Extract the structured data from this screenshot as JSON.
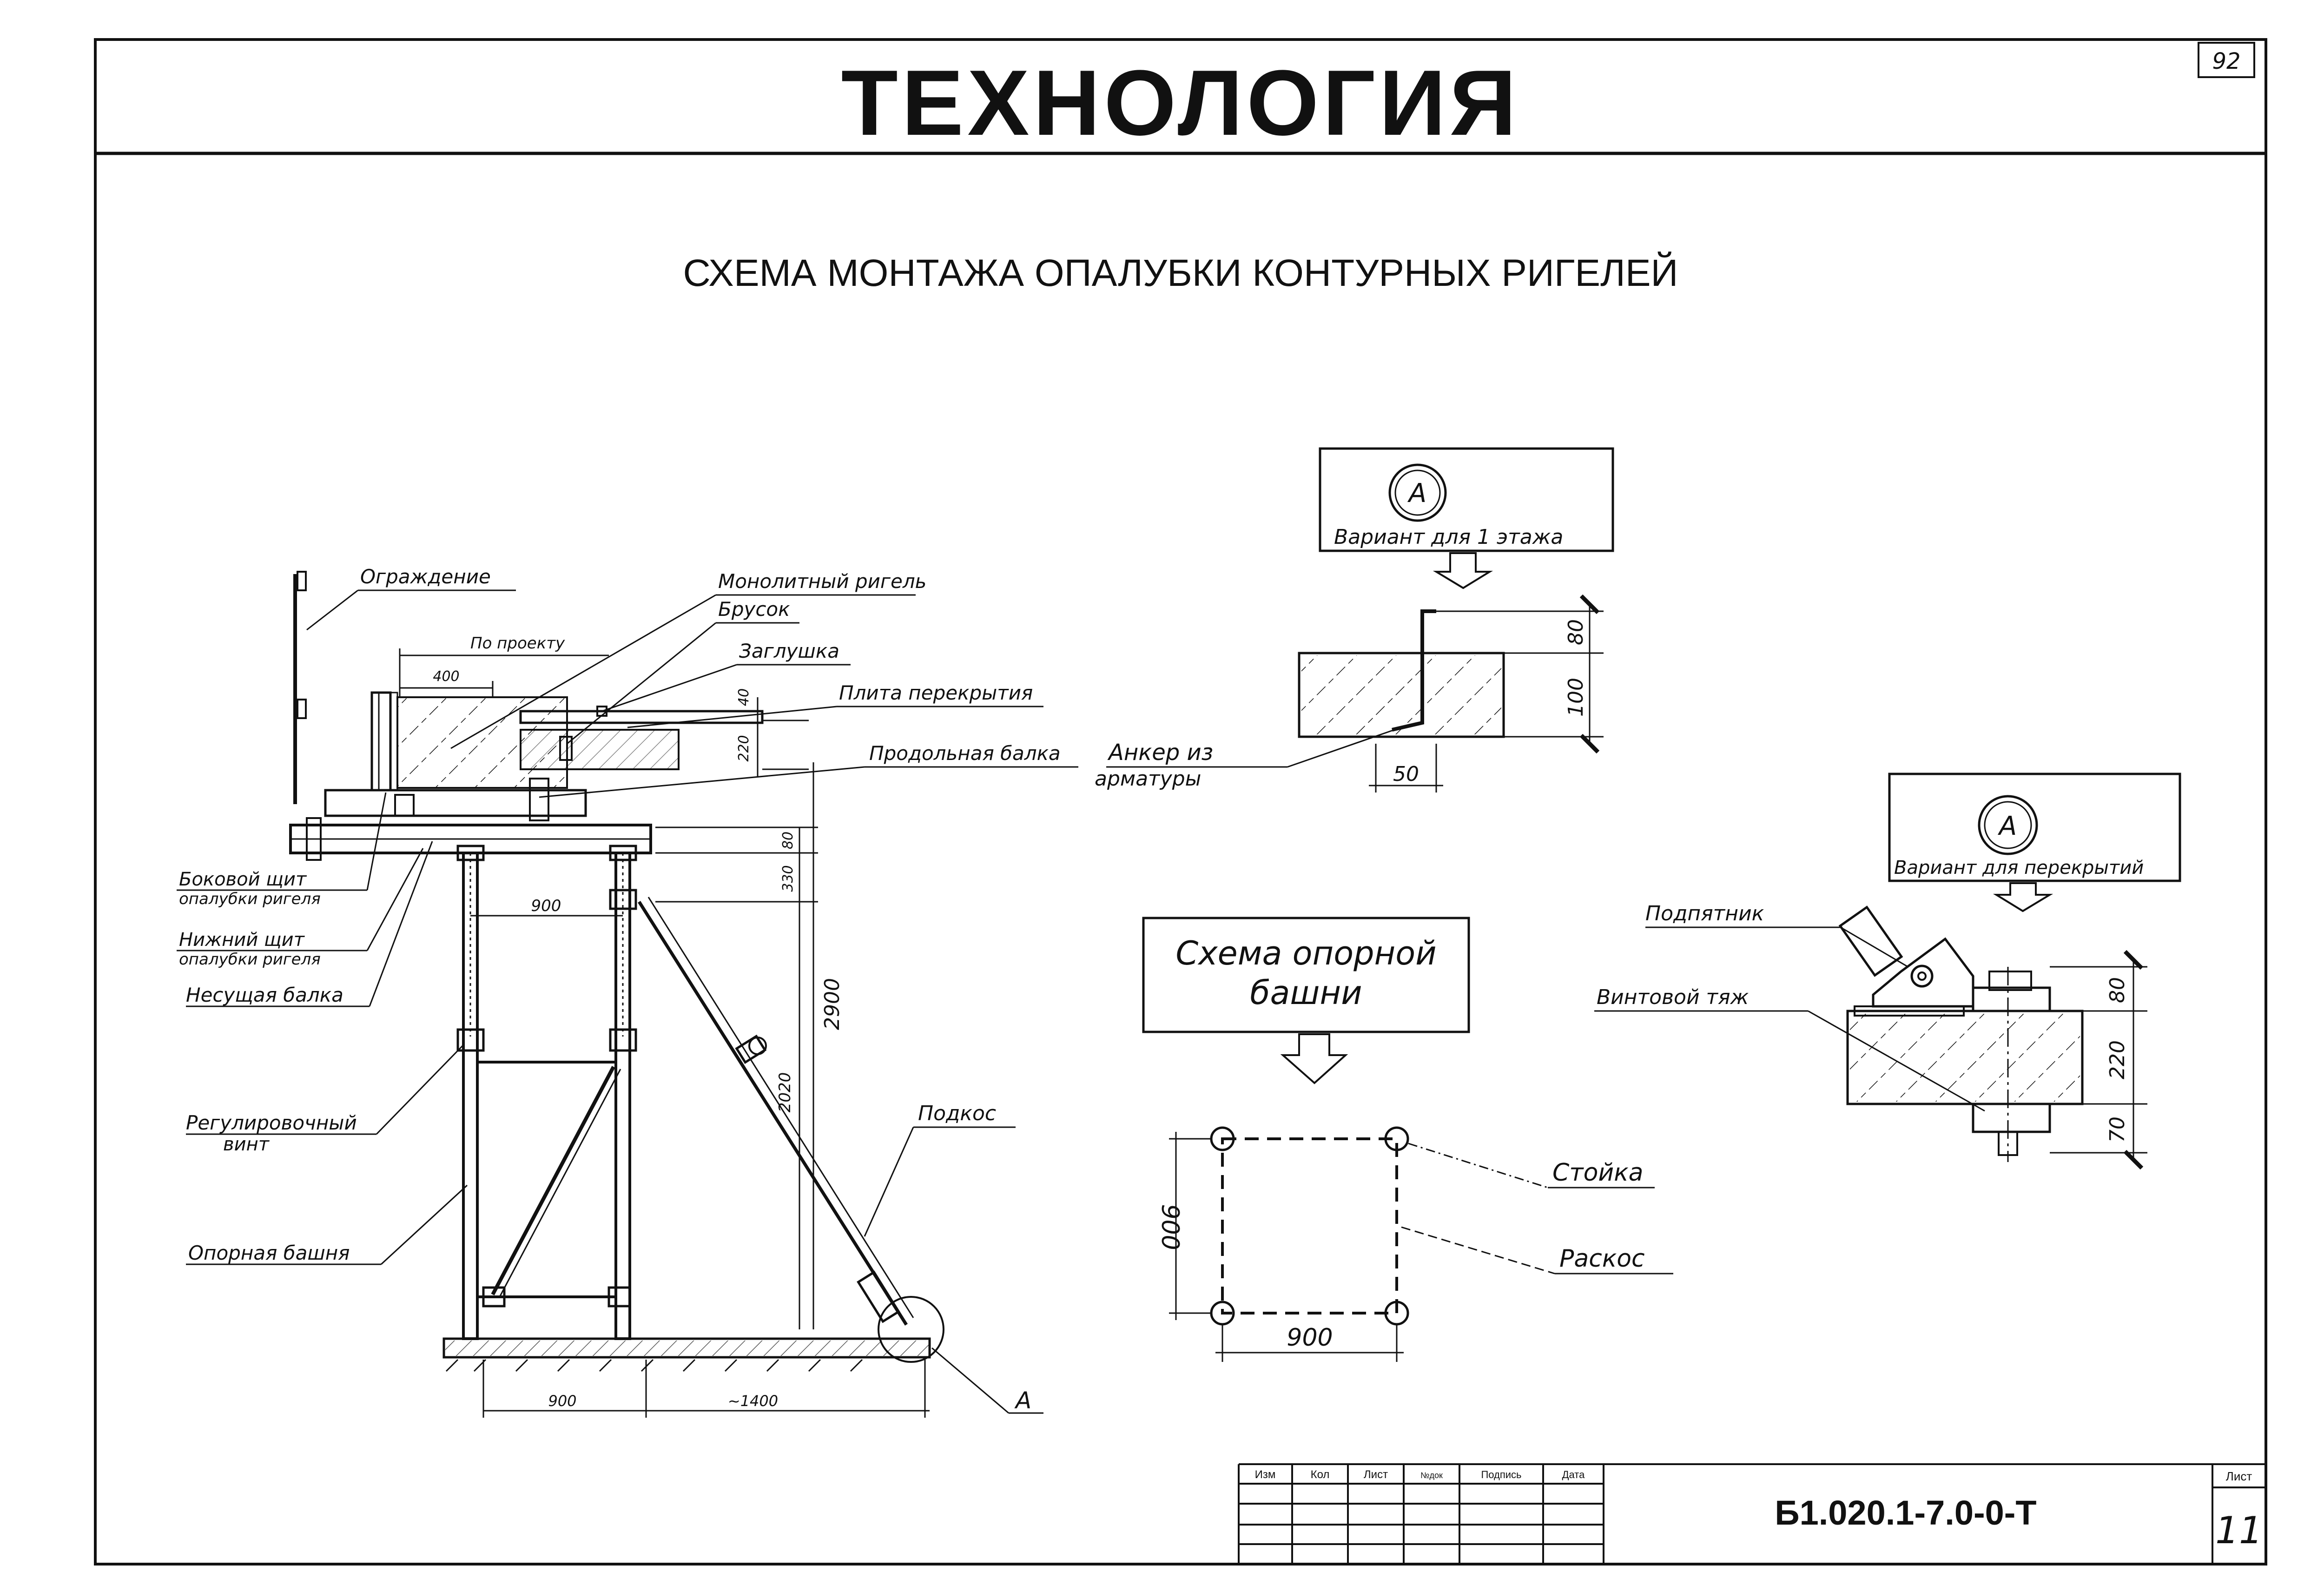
{
  "sheet_number": "92",
  "title": "ТЕХНОЛОГИЯ",
  "subtitle": "СХЕМА МОНТАЖА ОПАЛУБКИ КОНТУРНЫХ РИГЕЛЕЙ",
  "main_view": {
    "labels": {
      "railing": "Ограждение",
      "monolithic_beam": "Монолитный ригель",
      "bar": "Брусок",
      "plug": "Заглушка",
      "slab": "Плита перекрытия",
      "longitudinal_beam": "Продольная балка",
      "side_panel_1": "Боковой щит",
      "side_panel_2": "опалубки ригеля",
      "bottom_panel_1": "Нижний щит",
      "bottom_panel_2": "опалубки ригеля",
      "bearing_beam": "Несущая балка",
      "adjusting_screw_1": "Регулировочный",
      "adjusting_screw_2": "винт",
      "support_tower": "Опорная башня",
      "brace": "Подкос",
      "detail_mark": "А"
    },
    "dims": {
      "by_project": "По проекту",
      "d400": "400",
      "d40": "40",
      "d220": "220",
      "d80": "80",
      "d330": "330",
      "d900_top": "900",
      "d2900": "2900",
      "d2020": "2020",
      "d900_bottom": "900",
      "d1400": "~1400"
    }
  },
  "detail_first_floor": {
    "mark": "А",
    "caption": "Вариант для 1 этажа",
    "anchor_1": "Анкер из",
    "anchor_2": "арматуры",
    "d80": "80",
    "d100": "100",
    "d50": "50"
  },
  "detail_slabs": {
    "mark": "А",
    "caption": "Вариант для перекрытий",
    "thrust_bearing": "Подпятник",
    "screw_tie": "Винтовой тяж",
    "d80": "80",
    "d220": "220",
    "d70": "70"
  },
  "tower_scheme": {
    "title_1": "Схема опорной",
    "title_2": "башни",
    "post": "Стойка",
    "diagonal": "Раскос",
    "d900_v": "900",
    "d900_h": "900"
  },
  "title_block": {
    "headers": [
      "Изм",
      "Кол",
      "Лист",
      "№док",
      "Подпись",
      "Дата"
    ],
    "code": "Б1.020.1-7.0-0-Т",
    "sheet_label": "Лист",
    "sheet_value": "11"
  }
}
